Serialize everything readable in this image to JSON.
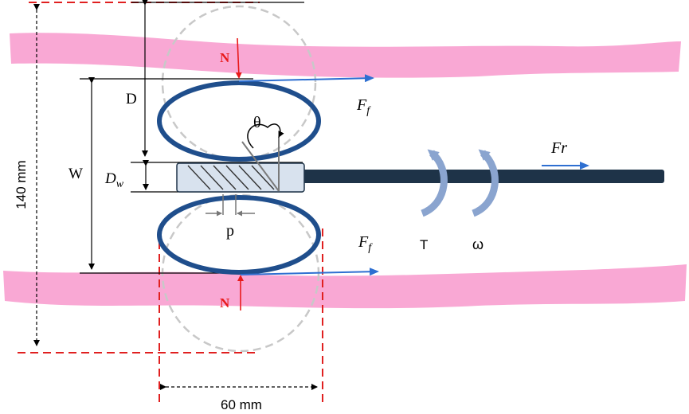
{
  "labels": {
    "normal_force_top": "N",
    "normal_force_bottom": "N",
    "friction_top": "F",
    "friction_top_sub": "f",
    "friction_bottom": "F",
    "friction_bottom_sub": "f",
    "pitch_angle": "θ",
    "pitch": "p",
    "outer_diameter": "D",
    "wire_diameter": "D",
    "wire_diameter_sub": "w",
    "width": "W",
    "height_dim": "140 mm",
    "length_dim": "60 mm",
    "torque": "T",
    "angular_velocity": "ω",
    "resistance_force": "Fr"
  },
  "colors": {
    "pipe_wall": "#f9a8d4",
    "coil": "#1f4e8c",
    "shaft": "#1e3348",
    "force_normal": "#e81a1a",
    "force_friction": "#2e6fd1",
    "dimension_dashed_red": "#e02020",
    "envelope_dashed_gray": "#c8c8c8",
    "rotation_arrow": "#7f9cc8"
  }
}
